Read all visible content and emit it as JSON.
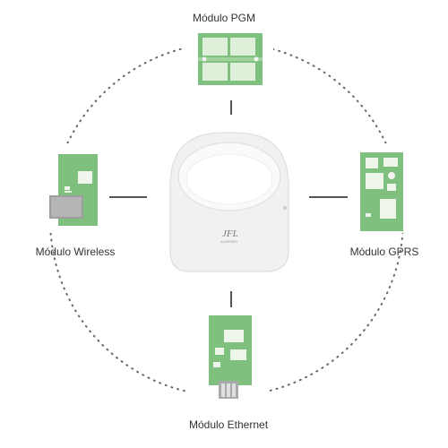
{
  "modules": {
    "top": {
      "label": "Módulo PGM"
    },
    "left": {
      "label": "Módulo Wireless"
    },
    "right": {
      "label": "Módulo GPRS"
    },
    "bottom": {
      "label": "Módulo Ethernet"
    }
  },
  "center": {
    "logo_text": "JFL",
    "logo_sub": "ALARMES"
  },
  "colors": {
    "board_green": "#8dc98a",
    "board_dark": "#55a356",
    "device_body": "#f2f2f2",
    "connector_line": "#555555",
    "dotted_circle": "#666666"
  }
}
